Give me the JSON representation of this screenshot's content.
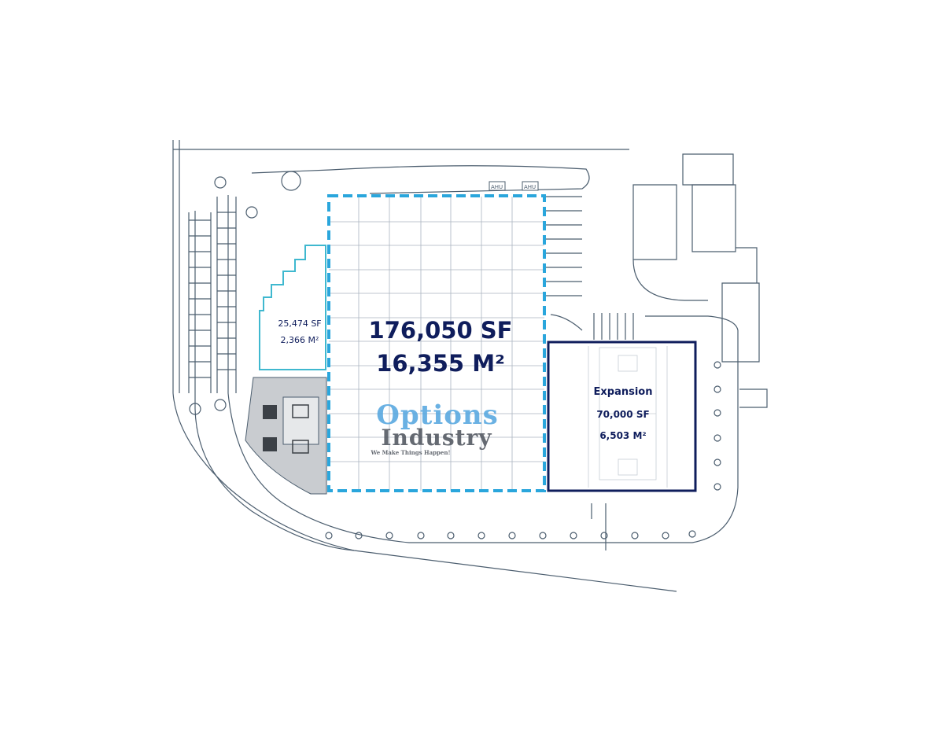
{
  "main_building": {
    "area_sf": "176,050 SF",
    "area_m2": "16,355 M²"
  },
  "office_area": {
    "area_sf": "25,474 SF",
    "area_m2": "2,366 M²"
  },
  "expansion": {
    "title": "Expansion",
    "area_sf": "70,000 SF",
    "area_m2": "6,503 M²"
  },
  "watermark": {
    "line1": "Options",
    "line2": "Industry",
    "tagline": "We Make Things Happen!"
  },
  "plan_labels": {
    "ahu_1": "AHU",
    "ahu_2": "AHU"
  },
  "colors": {
    "line": "#4b5d6e",
    "dashed_outline": "#2aa6dc",
    "office_outline": "#3fb8cf",
    "expansion_outline": "#0f1d5c",
    "label_text": "#0f1d5c"
  }
}
